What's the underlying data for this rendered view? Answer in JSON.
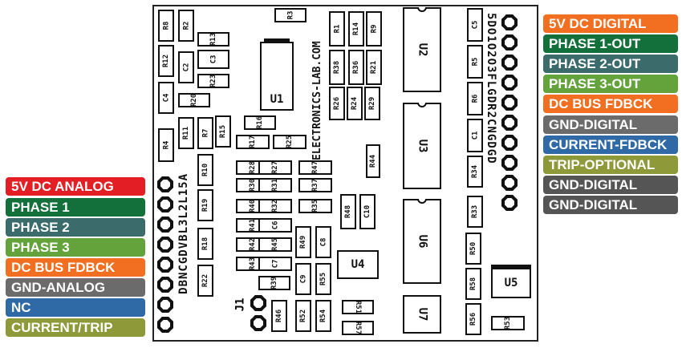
{
  "left_labels": [
    {
      "text": "5V DC ANALOG",
      "color": "#e31e24"
    },
    {
      "text": "PHASE 1",
      "color": "#14703a"
    },
    {
      "text": "PHASE 2",
      "color": "#3b6b6b"
    },
    {
      "text": "PHASE 3",
      "color": "#64a33c"
    },
    {
      "text": "DC BUS FDBCK",
      "color": "#f26f21"
    },
    {
      "text": "GND-ANALOG",
      "color": "#6b6b6b"
    },
    {
      "text": "NC",
      "color": "#2f6aa6"
    },
    {
      "text": "CURRENT/TRIP",
      "color": "#8e9a3a"
    }
  ],
  "right_labels": [
    {
      "text": "5V DC DIGITAL",
      "color": "#f26f21"
    },
    {
      "text": "PHASE 1-OUT",
      "color": "#14703a"
    },
    {
      "text": "PHASE 2-OUT",
      "color": "#3b6b6b"
    },
    {
      "text": "PHASE 3-OUT",
      "color": "#64a33c"
    },
    {
      "text": "DC BUS FDBCK",
      "color": "#f26f21"
    },
    {
      "text": "GND-DIGITAL",
      "color": "#6b6b6b"
    },
    {
      "text": "CURRENT-FDBCK",
      "color": "#2f6aa6"
    },
    {
      "text": "TRIP-OPTIONAL",
      "color": "#8e9a3a"
    },
    {
      "text": "GND-DIGITAL",
      "color": "#555555"
    },
    {
      "text": "GND-DIGITAL",
      "color": "#555555"
    }
  ],
  "board": {
    "brand": "ELECTRONICS-LAB.COM",
    "left_header_text": "DBNCGDVBL3L2L15A",
    "right_header_text": "5DO1O2O3FLGDR2CNGDGD",
    "j1_label": "J1"
  },
  "components": {
    "R8": "R8",
    "R2": "R2",
    "R13": "R13",
    "R12": "R12",
    "C2": "C2",
    "C3": "C3",
    "R23": "R23",
    "C4": "C4",
    "R20": "R20",
    "R4": "R4",
    "R11": "R11",
    "R7": "R7",
    "R15": "R15",
    "R16": "R16",
    "R17": "R17",
    "R25": "R25",
    "R10": "R10",
    "R28": "R28",
    "R27": "R27",
    "R47": "R47",
    "R30": "R30",
    "R31": "R31",
    "R37": "R37",
    "R19": "R19",
    "R40": "R40",
    "R32": "R32",
    "R35": "R35",
    "R41": "R41",
    "C6": "C6",
    "R18": "R18",
    "R42": "R42",
    "R45": "R45",
    "R49": "R49",
    "C8": "C8",
    "R43": "R43",
    "C7": "C7",
    "R22": "R22",
    "R39": "R39",
    "C9": "C9",
    "R55": "R55",
    "R46": "R46",
    "R52": "R52",
    "R54": "R54",
    "R51": "R51",
    "R57": "R57",
    "R3": "R3",
    "U1": "U1",
    "R1": "R1",
    "R14": "R14",
    "R9": "R9",
    "R38": "R38",
    "R36": "R36",
    "R21": "R21",
    "R26": "R26",
    "R24": "R24",
    "R29": "R29",
    "R44": "R44",
    "R48": "R48",
    "C10": "C10",
    "U4": "U4",
    "U2": "U2",
    "U3": "U3",
    "U6": "U6",
    "U7": "U7",
    "C5": "C5",
    "R5": "R5",
    "R6": "R6",
    "C1": "C1",
    "R34": "R34",
    "R33": "R33",
    "R50": "R50",
    "R58": "R58",
    "R56": "R56",
    "U5": "U5",
    "R53": "R53"
  }
}
